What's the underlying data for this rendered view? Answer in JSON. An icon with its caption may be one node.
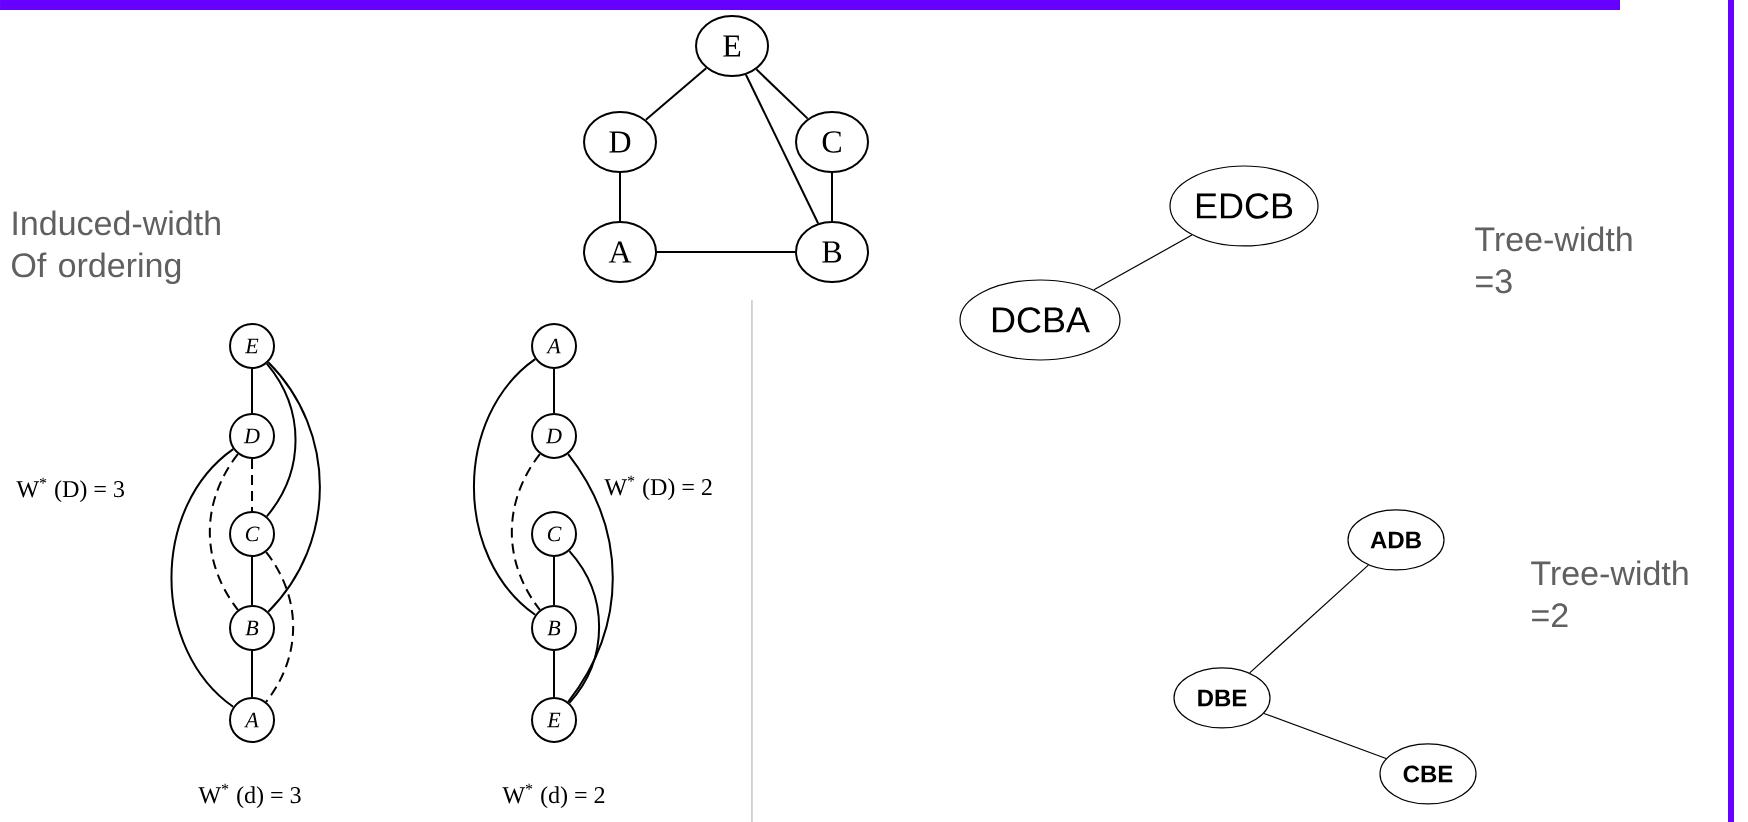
{
  "diagram": {
    "nodes": [
      {
        "text": [
          "E"
        ]
      },
      {
        "text": [
          "D"
        ]
      },
      {
        "text": [
          "C"
        ]
      },
      {
        "text": [
          "A"
        ]
      },
      {
        "text": [
          "B"
        ]
      },
      {
        "text": [
          "E"
        ]
      },
      {
        "text": [
          "D"
        ]
      },
      {
        "text": [
          "C"
        ]
      },
      {
        "text": [
          "B"
        ]
      },
      {
        "text": [
          "A"
        ]
      },
      {
        "text": [
          "A"
        ]
      },
      {
        "text": [
          "D"
        ]
      },
      {
        "text": [
          "C"
        ]
      },
      {
        "text": [
          "B"
        ]
      },
      {
        "text": [
          "E"
        ]
      },
      {
        "text": [
          "EDCB"
        ]
      },
      {
        "text": [
          "DCBA"
        ]
      },
      {
        "text": [
          "ADB"
        ]
      },
      {
        "text": [
          "DBE"
        ]
      },
      {
        "text": [
          "CBE"
        ]
      }
    ],
    "edges": [
      {
        "from": 0,
        "to": 1,
        "arrow": "none"
      },
      {
        "from": 0,
        "to": 2,
        "arrow": "none"
      },
      {
        "from": 0,
        "to": 4,
        "arrow": "none"
      },
      {
        "from": 1,
        "to": 3,
        "arrow": "none"
      },
      {
        "from": 2,
        "to": 4,
        "arrow": "none"
      },
      {
        "from": 3,
        "to": 4,
        "arrow": "none"
      },
      {
        "from": 5,
        "to": 6,
        "arrow": "none"
      },
      {
        "from": 6,
        "to": 7,
        "arrow": "none",
        "style": "dashed"
      },
      {
        "from": 7,
        "to": 8,
        "arrow": "none"
      },
      {
        "from": 8,
        "to": 9,
        "arrow": "none"
      },
      {
        "from": 5,
        "to": 7,
        "arrow": "none"
      },
      {
        "from": 5,
        "to": 8,
        "arrow": "none"
      },
      {
        "from": 6,
        "to": 9,
        "arrow": "none"
      },
      {
        "from": 6,
        "to": 8,
        "arrow": "none",
        "style": "dashed"
      },
      {
        "from": 7,
        "to": 9,
        "arrow": "none",
        "style": "dashed"
      },
      {
        "from": 10,
        "to": 11,
        "arrow": "none"
      },
      {
        "from": 10,
        "to": 13,
        "arrow": "none"
      },
      {
        "from": 11,
        "to": 13,
        "arrow": "none",
        "style": "dashed"
      },
      {
        "from": 11,
        "to": 14,
        "arrow": "none"
      },
      {
        "from": 12,
        "to": 13,
        "arrow": "none"
      },
      {
        "from": 12,
        "to": 14,
        "arrow": "none"
      },
      {
        "from": 13,
        "to": 14,
        "arrow": "none"
      },
      {
        "from": 15,
        "to": 16,
        "arrow": "none"
      },
      {
        "from": 17,
        "to": 18,
        "arrow": "none"
      },
      {
        "from": 18,
        "to": 19,
        "arrow": "none"
      }
    ],
    "labels": [
      "Induced-width Of ordering",
      "W$^{*}$ (D) = 3",
      "W$^{*}$ (D) = 2",
      "W$^{*}$ (d) = 3",
      "W$^{*}$ (d) = 2",
      "Tree-width =3",
      "Tree-width =2"
    ]
  }
}
